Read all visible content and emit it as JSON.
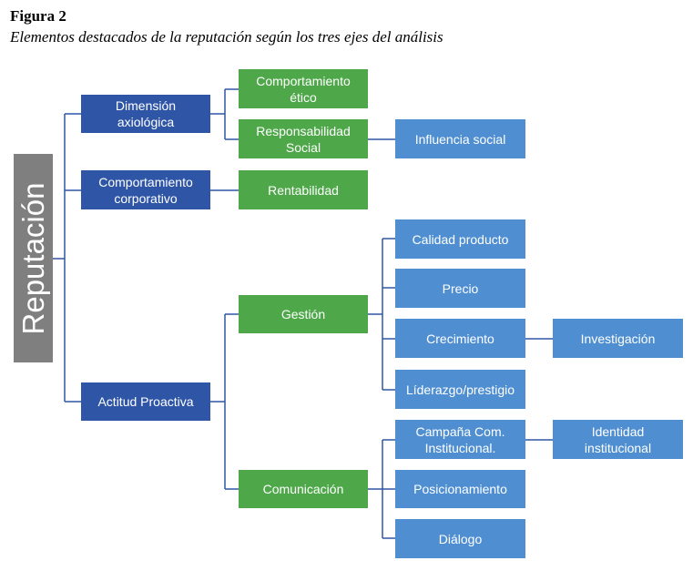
{
  "figure": {
    "label": "Figura 2",
    "caption": "Elementos destacados de la reputación según los tres ejes del análisis"
  },
  "diagram": {
    "root": "Reputación",
    "axes": {
      "axiologica": "Dimensión\naxiológica",
      "corporativo": "Comportamiento\ncorporativo",
      "proactiva": "Actitud Proactiva"
    },
    "nodes": {
      "comp_etico": "Comportamiento\nético",
      "resp_social": "Responsabilidad\nSocial",
      "influencia": "Influencia social",
      "rentabilidad": "Rentabilidad",
      "gestion": "Gestión",
      "comunicacion": "Comunicación",
      "calidad": "Calidad producto",
      "precio": "Precio",
      "crecimiento": "Crecimiento",
      "liderazgo": "Líderazgo/prestigio",
      "investigacion": "Investigación",
      "campana": "Campaña Com.\nInstitucional.",
      "identidad": "Identidad\ninstitucional",
      "posicionamiento": "Posicionamiento",
      "dialogo": "Diálogo"
    }
  },
  "colors": {
    "axis_box": "#2f56a6",
    "green_box": "#4ea849",
    "leaf_box": "#4f8fd1",
    "root_box": "#7f7f7f",
    "connector": "#2f56a6"
  }
}
